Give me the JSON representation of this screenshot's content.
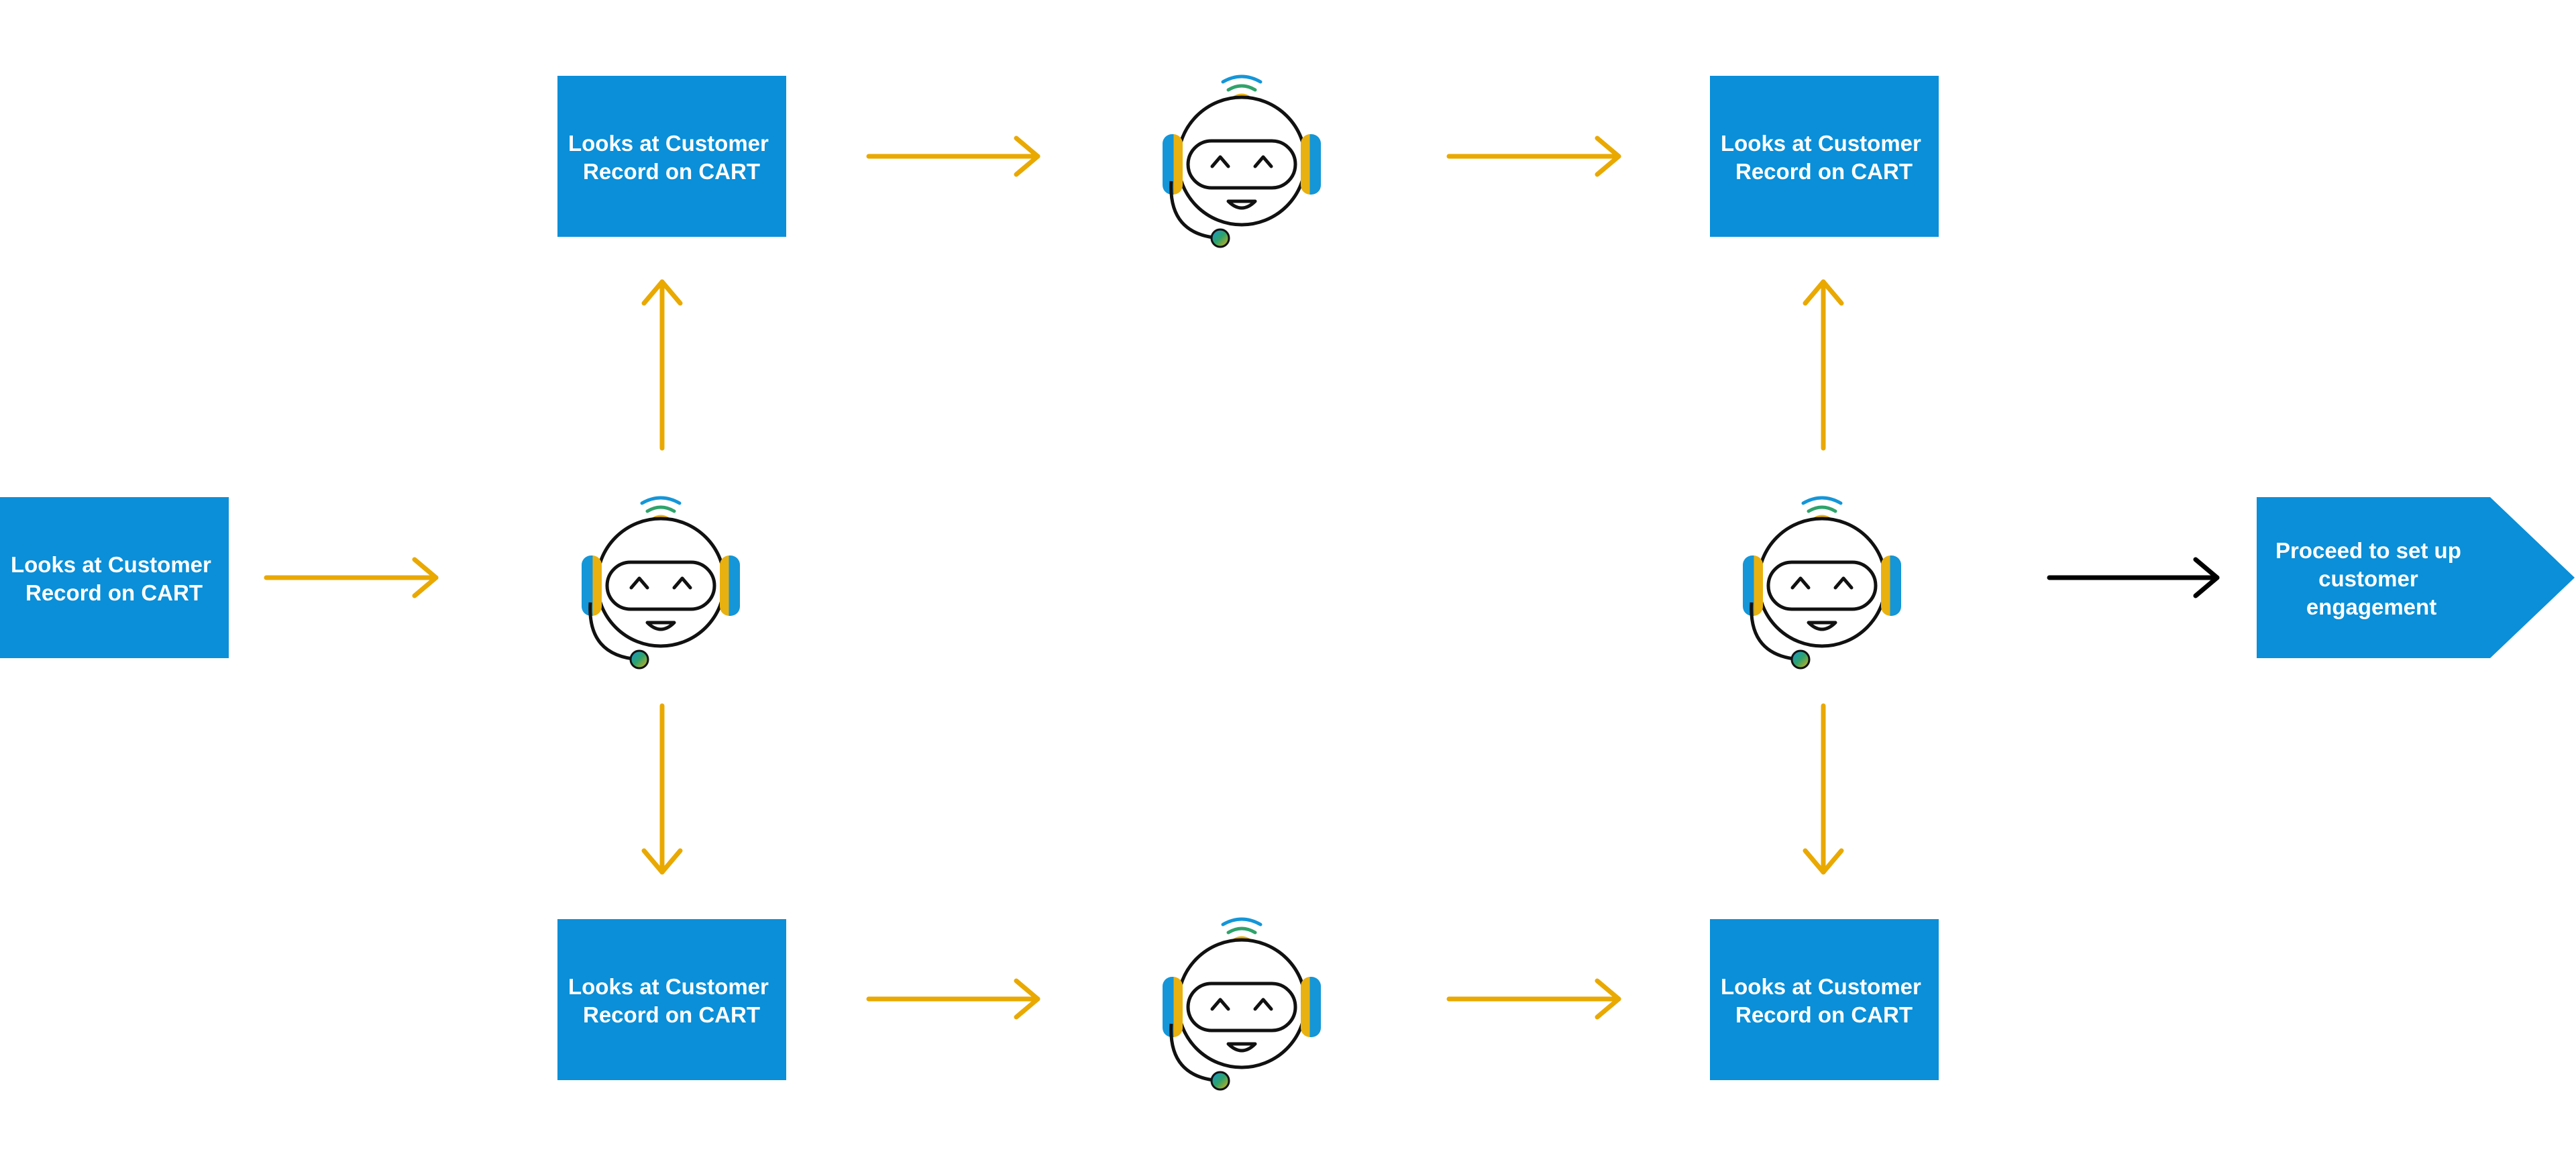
{
  "colors": {
    "box": "#0A8FD8",
    "arrow": "#E9A900",
    "final_arrow": "#000000",
    "bot_outline": "#111111",
    "bot_accent_blue": "#1496D8",
    "bot_accent_yellow": "#E9B10F",
    "bot_accent_green": "#2FA36B"
  },
  "nodes": {
    "start": {
      "line1": "Looks at Customer",
      "line2": "Record on CART"
    },
    "top_left": {
      "line1": "Looks at Customer",
      "line2": "Record on CART"
    },
    "bottom_left": {
      "line1": "Looks at Customer",
      "line2": "Record on CART"
    },
    "top_right": {
      "line1": "Looks at Customer",
      "line2": "Record on CART"
    },
    "bottom_right": {
      "line1": "Looks at Customer",
      "line2": "Record on CART"
    },
    "final": {
      "line1": "Proceed to set up",
      "line2": "customer",
      "line3": "engagement"
    }
  },
  "bots": [
    {
      "name": "bot-center-left",
      "icon": "robot-headset-icon"
    },
    {
      "name": "bot-top-middle",
      "icon": "robot-headset-icon"
    },
    {
      "name": "bot-bottom-middle",
      "icon": "robot-headset-icon"
    },
    {
      "name": "bot-center-right",
      "icon": "robot-headset-icon"
    }
  ]
}
